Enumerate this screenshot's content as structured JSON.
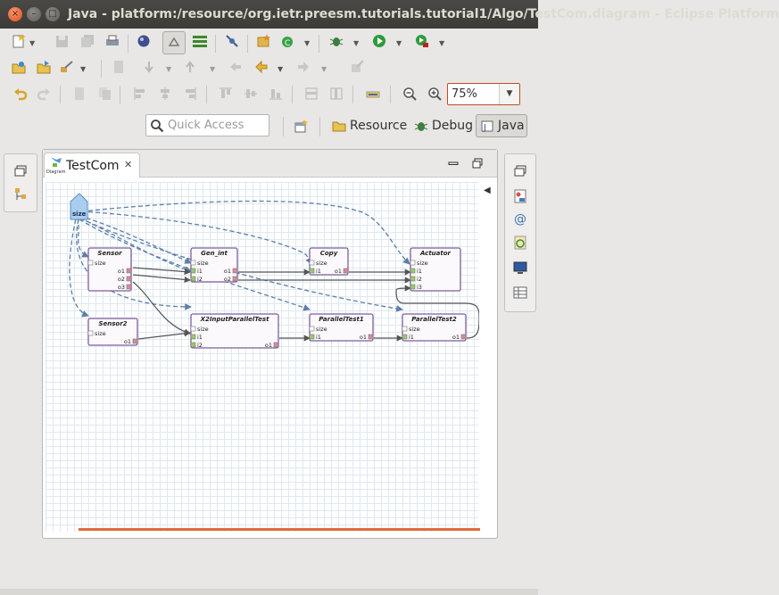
{
  "window": {
    "title": "Java - platform:/resource/org.ietr.preesm.tutorials.tutorial1/Algo/TestCom.diagram - Eclipse Platform",
    "close_glyph": "×",
    "min_glyph": "–",
    "max_glyph": "□"
  },
  "toolbar": {
    "zoom_value": "75%",
    "zoom_arrow": "▼",
    "quick_access_placeholder": "Quick Access"
  },
  "perspectives": [
    {
      "label": "Resource",
      "icon": "resource-perspective-icon"
    },
    {
      "label": "Debug",
      "icon": "debug-perspective-icon"
    },
    {
      "label": "Java",
      "icon": "java-perspective-icon"
    }
  ],
  "editor": {
    "tab_label": "TestCom",
    "tab_close": "✕",
    "tab_icon_caption": "Diagram"
  },
  "diagram": {
    "parameter": {
      "label": "size"
    },
    "actors": [
      {
        "id": "sensor",
        "name": "Sensor",
        "inputs": [
          "size"
        ],
        "outputs": [
          "o1",
          "o2",
          "o3"
        ]
      },
      {
        "id": "gen_int",
        "name": "Gen_int",
        "inputs": [
          "size",
          "i1",
          "i2"
        ],
        "outputs": [
          "o1",
          "o2"
        ]
      },
      {
        "id": "copy",
        "name": "Copy",
        "inputs": [
          "size",
          "i1"
        ],
        "outputs": [
          "o1"
        ]
      },
      {
        "id": "actuator",
        "name": "Actuator",
        "inputs": [
          "size",
          "i1",
          "i2",
          "i3"
        ],
        "outputs": []
      },
      {
        "id": "sensor2",
        "name": "Sensor2",
        "inputs": [
          "size"
        ],
        "outputs": [
          "o1"
        ]
      },
      {
        "id": "x2input",
        "name": "X2InputParallelTest",
        "inputs": [
          "size",
          "i1",
          "i2"
        ],
        "outputs": [
          "o1"
        ]
      },
      {
        "id": "ptest1",
        "name": "ParallelTest1",
        "inputs": [
          "size",
          "i1"
        ],
        "outputs": [
          "o1"
        ]
      },
      {
        "id": "ptest2",
        "name": "ParallelTest2",
        "inputs": [
          "size",
          "i1"
        ],
        "outputs": [
          "o1"
        ]
      }
    ]
  },
  "colors": {
    "actor_border": "#7e5f9d",
    "actor_fill": "#fbf9fc",
    "port_in": "#9bc96a",
    "port_out": "#d98a9a",
    "param_fill": "#a9cdef",
    "param_border": "#5d8fc1",
    "dep_edge": "#5d7fa8",
    "fifo_edge": "#555555"
  }
}
